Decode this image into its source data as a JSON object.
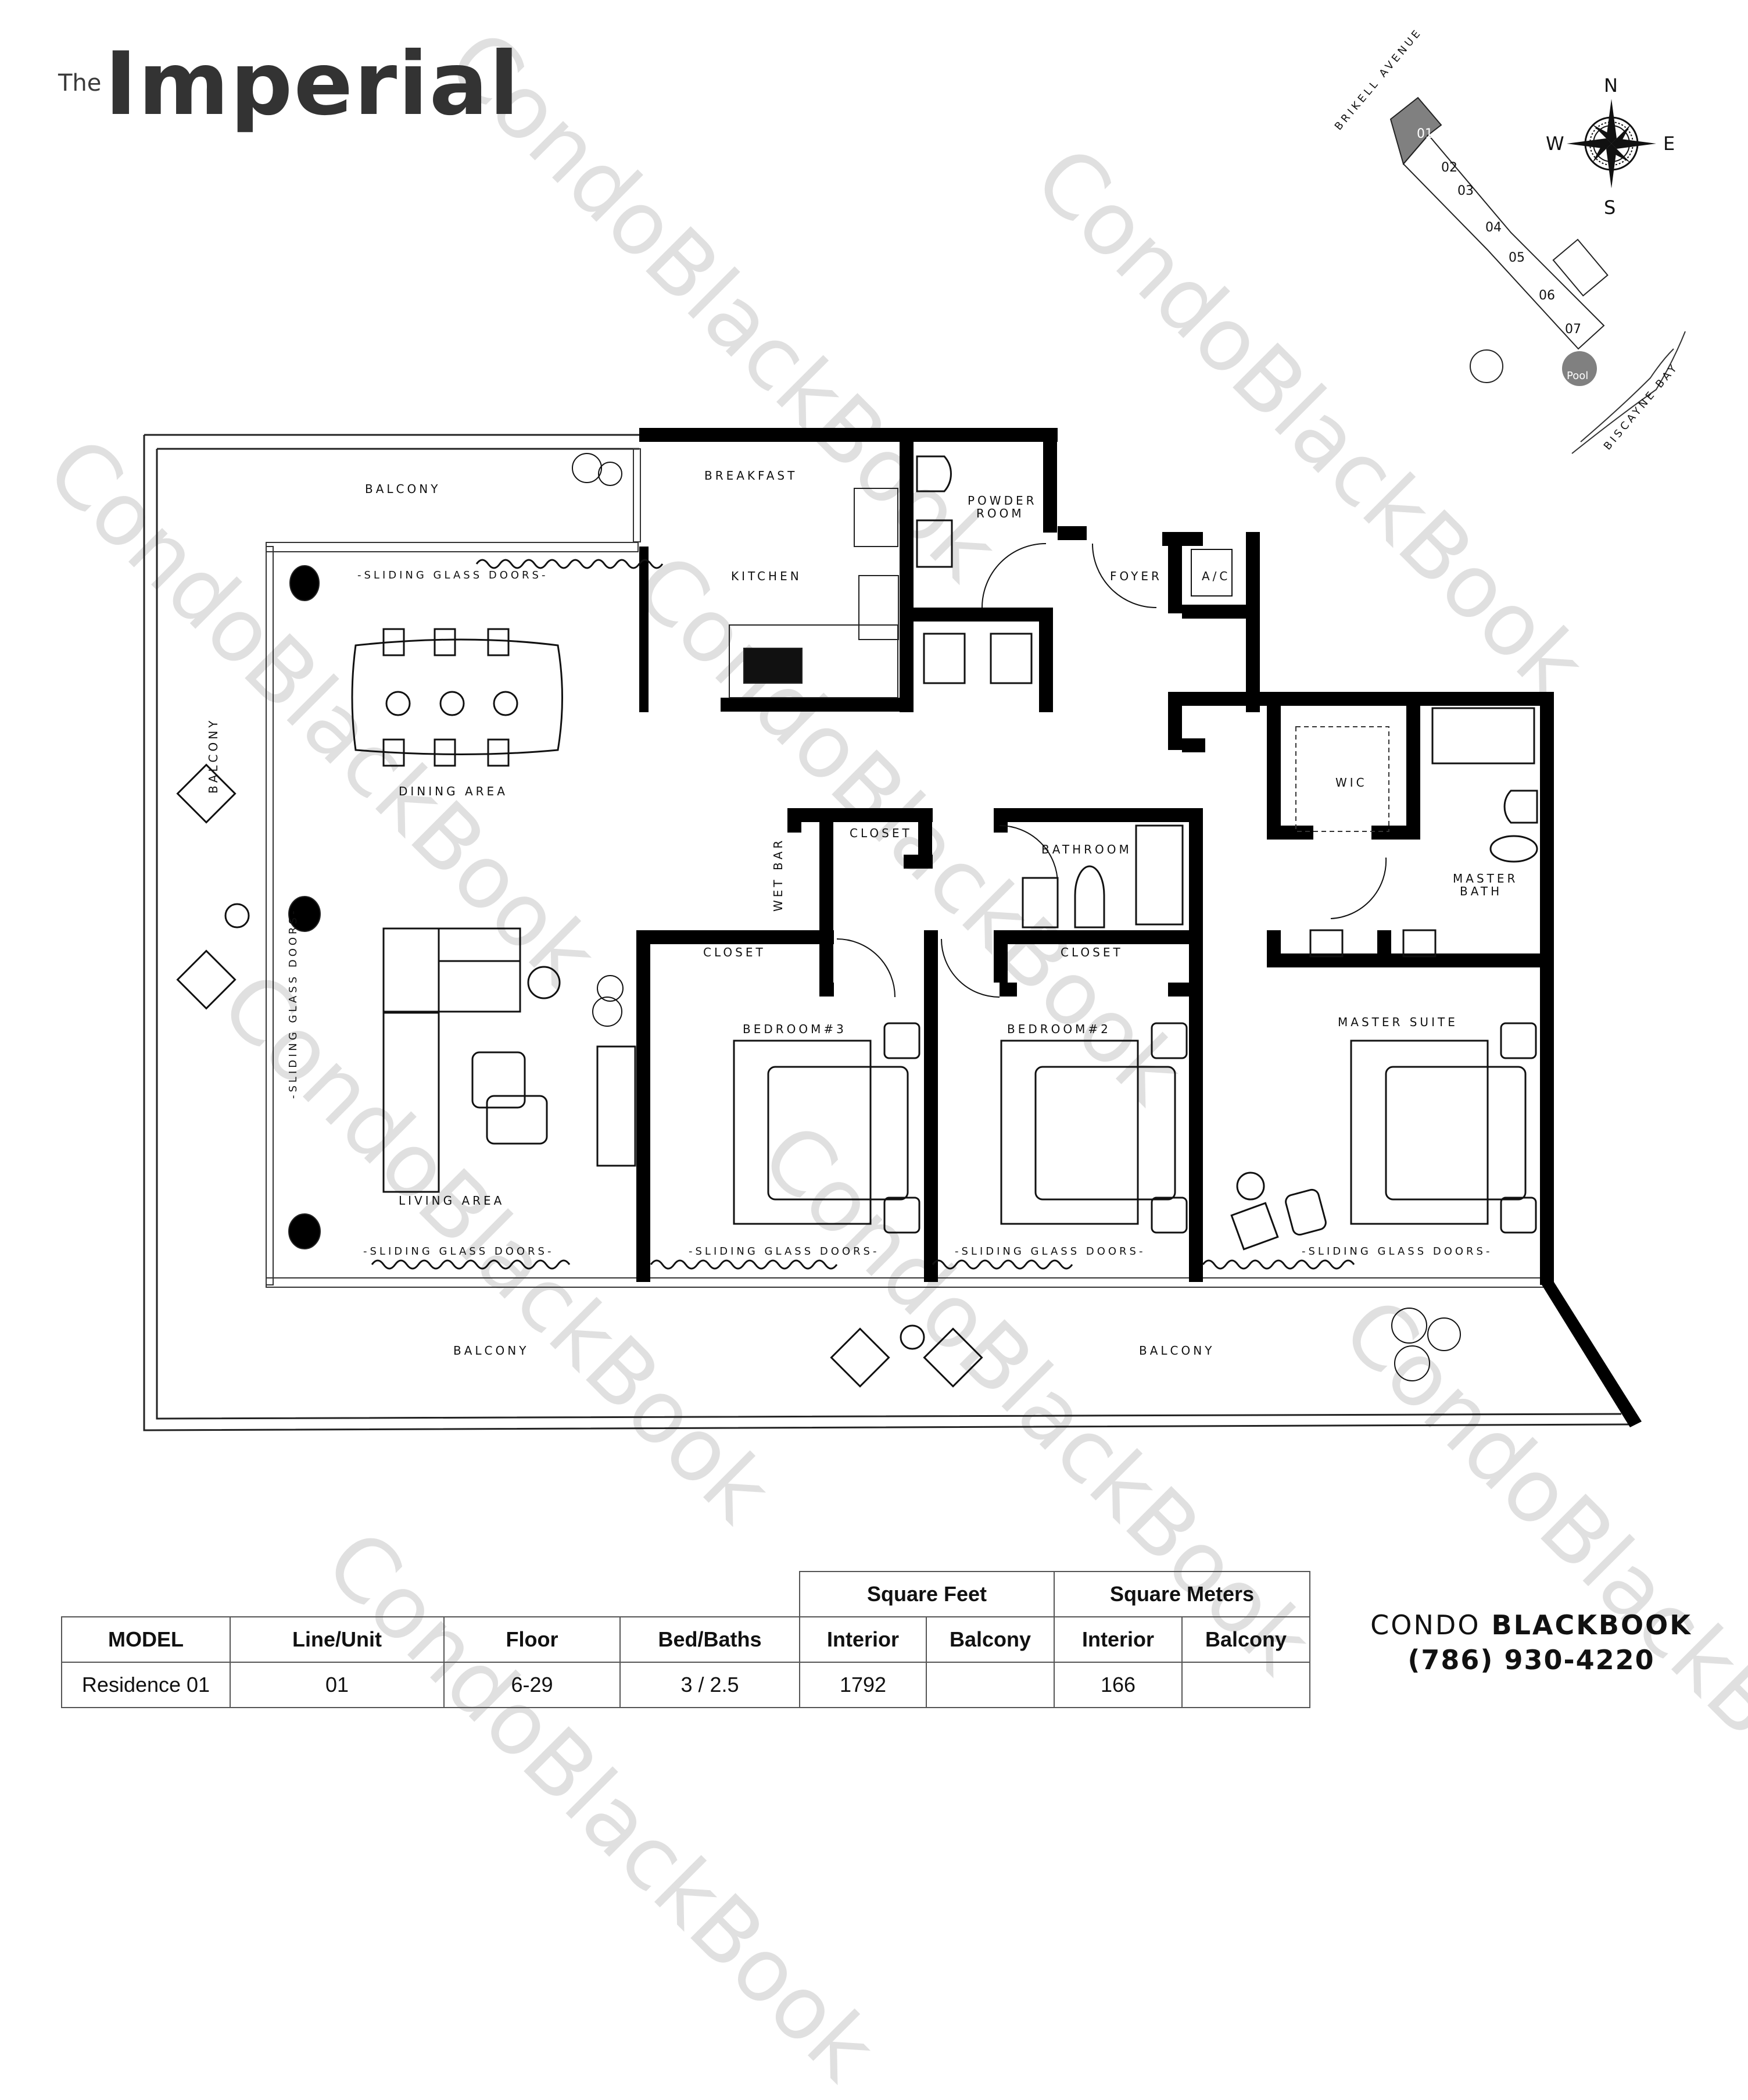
{
  "header": {
    "logo_prefix": "The",
    "logo_name": "Imperial"
  },
  "keyplan": {
    "street_label": "BRIKELL AVENUE",
    "bay_label": "BISCAYNE BAY",
    "units": [
      "01",
      "02",
      "03",
      "04",
      "05",
      "06",
      "07"
    ],
    "highlighted_unit": "01",
    "pool_label": "Pool",
    "highlight_color": "#808080"
  },
  "compass": {
    "north": "N",
    "south": "S",
    "east": "E",
    "west": "W"
  },
  "floorplan": {
    "rooms": {
      "balcony_top": "BALCONY",
      "balcony_left": "BALCONY",
      "balcony_bottom_left": "BALCONY",
      "balcony_bottom_right": "BALCONY",
      "breakfast": "BREAKFAST",
      "kitchen": "KITCHEN",
      "powder_room_line1": "POWDER",
      "powder_room_line2": "ROOM",
      "foyer": "FOYER",
      "ac": "A/C",
      "dining": "DINING AREA",
      "living": "LIVING AREA",
      "wet_bar": "WET BAR",
      "closet_wetbar": "CLOSET",
      "closet_bed3": "CLOSET",
      "closet_bed2": "CLOSET",
      "bathroom": "BATHROOM",
      "wic": "WIC",
      "master_bath_line1": "MASTER",
      "master_bath_line2": "BATH",
      "bedroom3": "BEDROOM#3",
      "bedroom2": "BEDROOM#2",
      "master_suite": "MASTER SUITE"
    },
    "sliding_doors_label": "-SLIDING GLASS DOORS-"
  },
  "specs_table": {
    "group_headers": {
      "square_feet": "Square Feet",
      "square_meters": "Square Meters"
    },
    "columns": [
      "MODEL",
      "Line/Unit",
      "Floor",
      "Bed/Baths",
      "Interior",
      "Balcony",
      "Interior",
      "Balcony"
    ],
    "row": {
      "model": "Residence 01",
      "line_unit": "01",
      "floor": "6-29",
      "bed_baths": "3 / 2.5",
      "sqft_interior": "1792",
      "sqft_balcony": "",
      "sqm_interior": "166",
      "sqm_balcony": ""
    }
  },
  "brand": {
    "name_light": "CONDO",
    "name_bold": "BLACKBOOK",
    "phone": "(786) 930-4220"
  },
  "watermark": {
    "text": "CondoBlackBook"
  }
}
